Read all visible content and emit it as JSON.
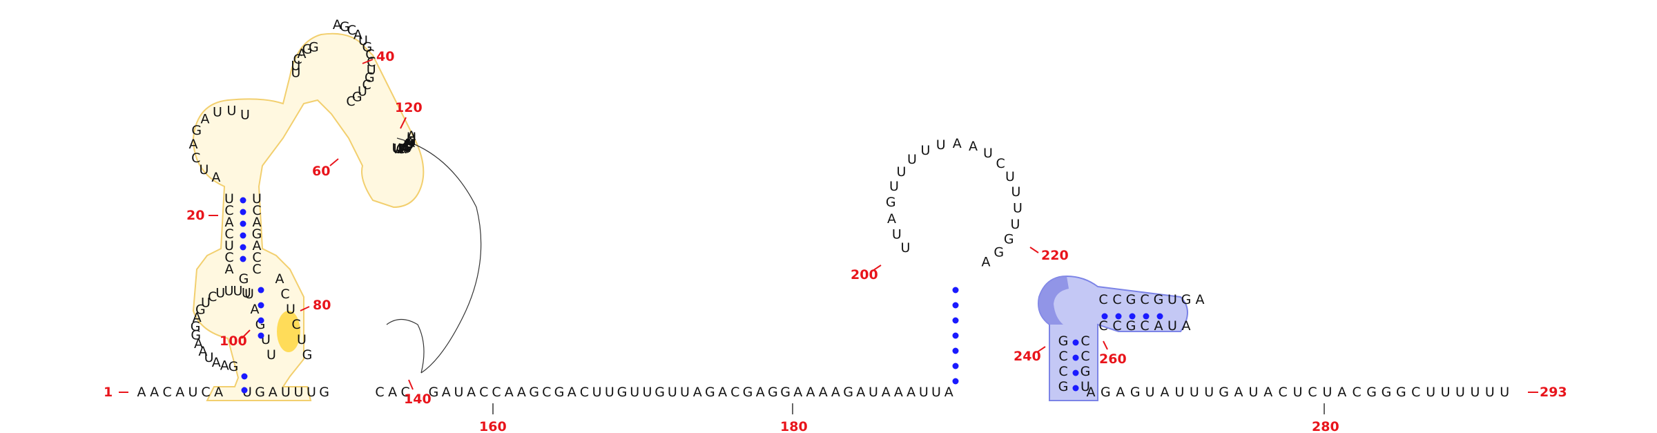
{
  "colors": {
    "pair_dot": "#1a1aff",
    "label": "#e8141b",
    "yellow_fill": "#fff8e0",
    "yellow_stroke": "#f2cf6e",
    "yellow_hot": "#ffd84a",
    "blue_fill": "#c4c8f5",
    "blue_stroke": "#7b83e6",
    "blue_hot": "#8c8fe6"
  },
  "labels": {
    "n1": "1",
    "n20": "20",
    "n40": "40",
    "n60": "60",
    "n80": "80",
    "n100": "100",
    "n120": "120",
    "n140": "140",
    "n160": "160",
    "n180": "180",
    "n200": "200",
    "n220": "220",
    "n240": "240",
    "n260": "260",
    "n280": "280",
    "n293": "293"
  },
  "backbone_left": "AACAUCA",
  "backbone_mid1": "UGAUUUG",
  "backbone_mid2": "CAC",
  "backbone_main": "GAUACCAAGCGACUUGUUGUUAGACGAGGAAAAGAUAAAUUA",
  "backbone_right": "AGAGUAUUUGAUACUCUACGGGCUUUUUU",
  "stem1_left": "UCACUCA",
  "stem1_right": "UCAGACC",
  "loop_upper_left": "AUCAGAUUU",
  "stem_upper": "UUCAGG",
  "hairpin_top": "AGCAUGCCUGCUGC",
  "domain2_branch": "AUUUGAUUUGAAAACAUU",
  "loop_lower": "GAAUAAGGAGUCUUUU",
  "stem3_left": "GUAGUU",
  "stem3_right": "ACUCUG",
  "hairpin_big": "UUAGUUUUUAAUCUUUUGGA",
  "stem4_left": "GCCG",
  "stem4_right": "CCGU",
  "hairpin_right_top": "CCGCGUGA",
  "hairpin_right_bottom": "CCGCAUA"
}
